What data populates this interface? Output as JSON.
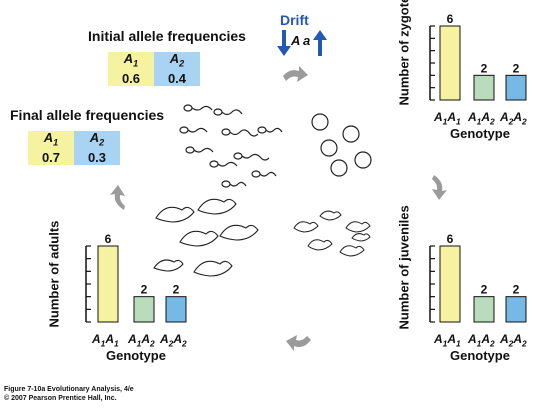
{
  "colors": {
    "drift_blue": "#2458b7",
    "yellow": "#f6f3a0",
    "green": "#b9dcbc",
    "blue": "#76b8e6",
    "arrow_gray": "#9b9b9b"
  },
  "initial": {
    "title": "Initial allele frequencies",
    "alleles": [
      {
        "label": "A1",
        "value": "0.6"
      },
      {
        "label": "A2",
        "value": "0.4"
      }
    ]
  },
  "final": {
    "title": "Final allele frequencies",
    "alleles": [
      {
        "label": "A1",
        "value": "0.7"
      },
      {
        "label": "A2",
        "value": "0.3"
      }
    ]
  },
  "drift": {
    "label": "Drift",
    "left_allele": "A",
    "right_allele": "a"
  },
  "chart_data": [
    {
      "type": "bar",
      "id": "zygotes",
      "ylabel": "Number of zygotes",
      "xlabel": "Genotype",
      "categories": [
        "A1A1",
        "A1A2",
        "A2A2"
      ],
      "values": [
        6,
        2,
        2
      ]
    },
    {
      "type": "bar",
      "id": "juveniles",
      "ylabel": "Number of juveniles",
      "xlabel": "Genotype",
      "categories": [
        "A1A1",
        "A1A2",
        "A2A2"
      ],
      "values": [
        6,
        2,
        2
      ]
    },
    {
      "type": "bar",
      "id": "adults",
      "ylabel": "Number of adults",
      "xlabel": "Genotype",
      "categories": [
        "A1A1",
        "A1A2",
        "A2A2"
      ],
      "values": [
        6,
        2,
        2
      ]
    }
  ],
  "caption": {
    "line1": "Figure 7-10a  Evolutionary Analysis, 4/e",
    "line2": "© 2007 Pearson Prentice Hall, Inc."
  }
}
